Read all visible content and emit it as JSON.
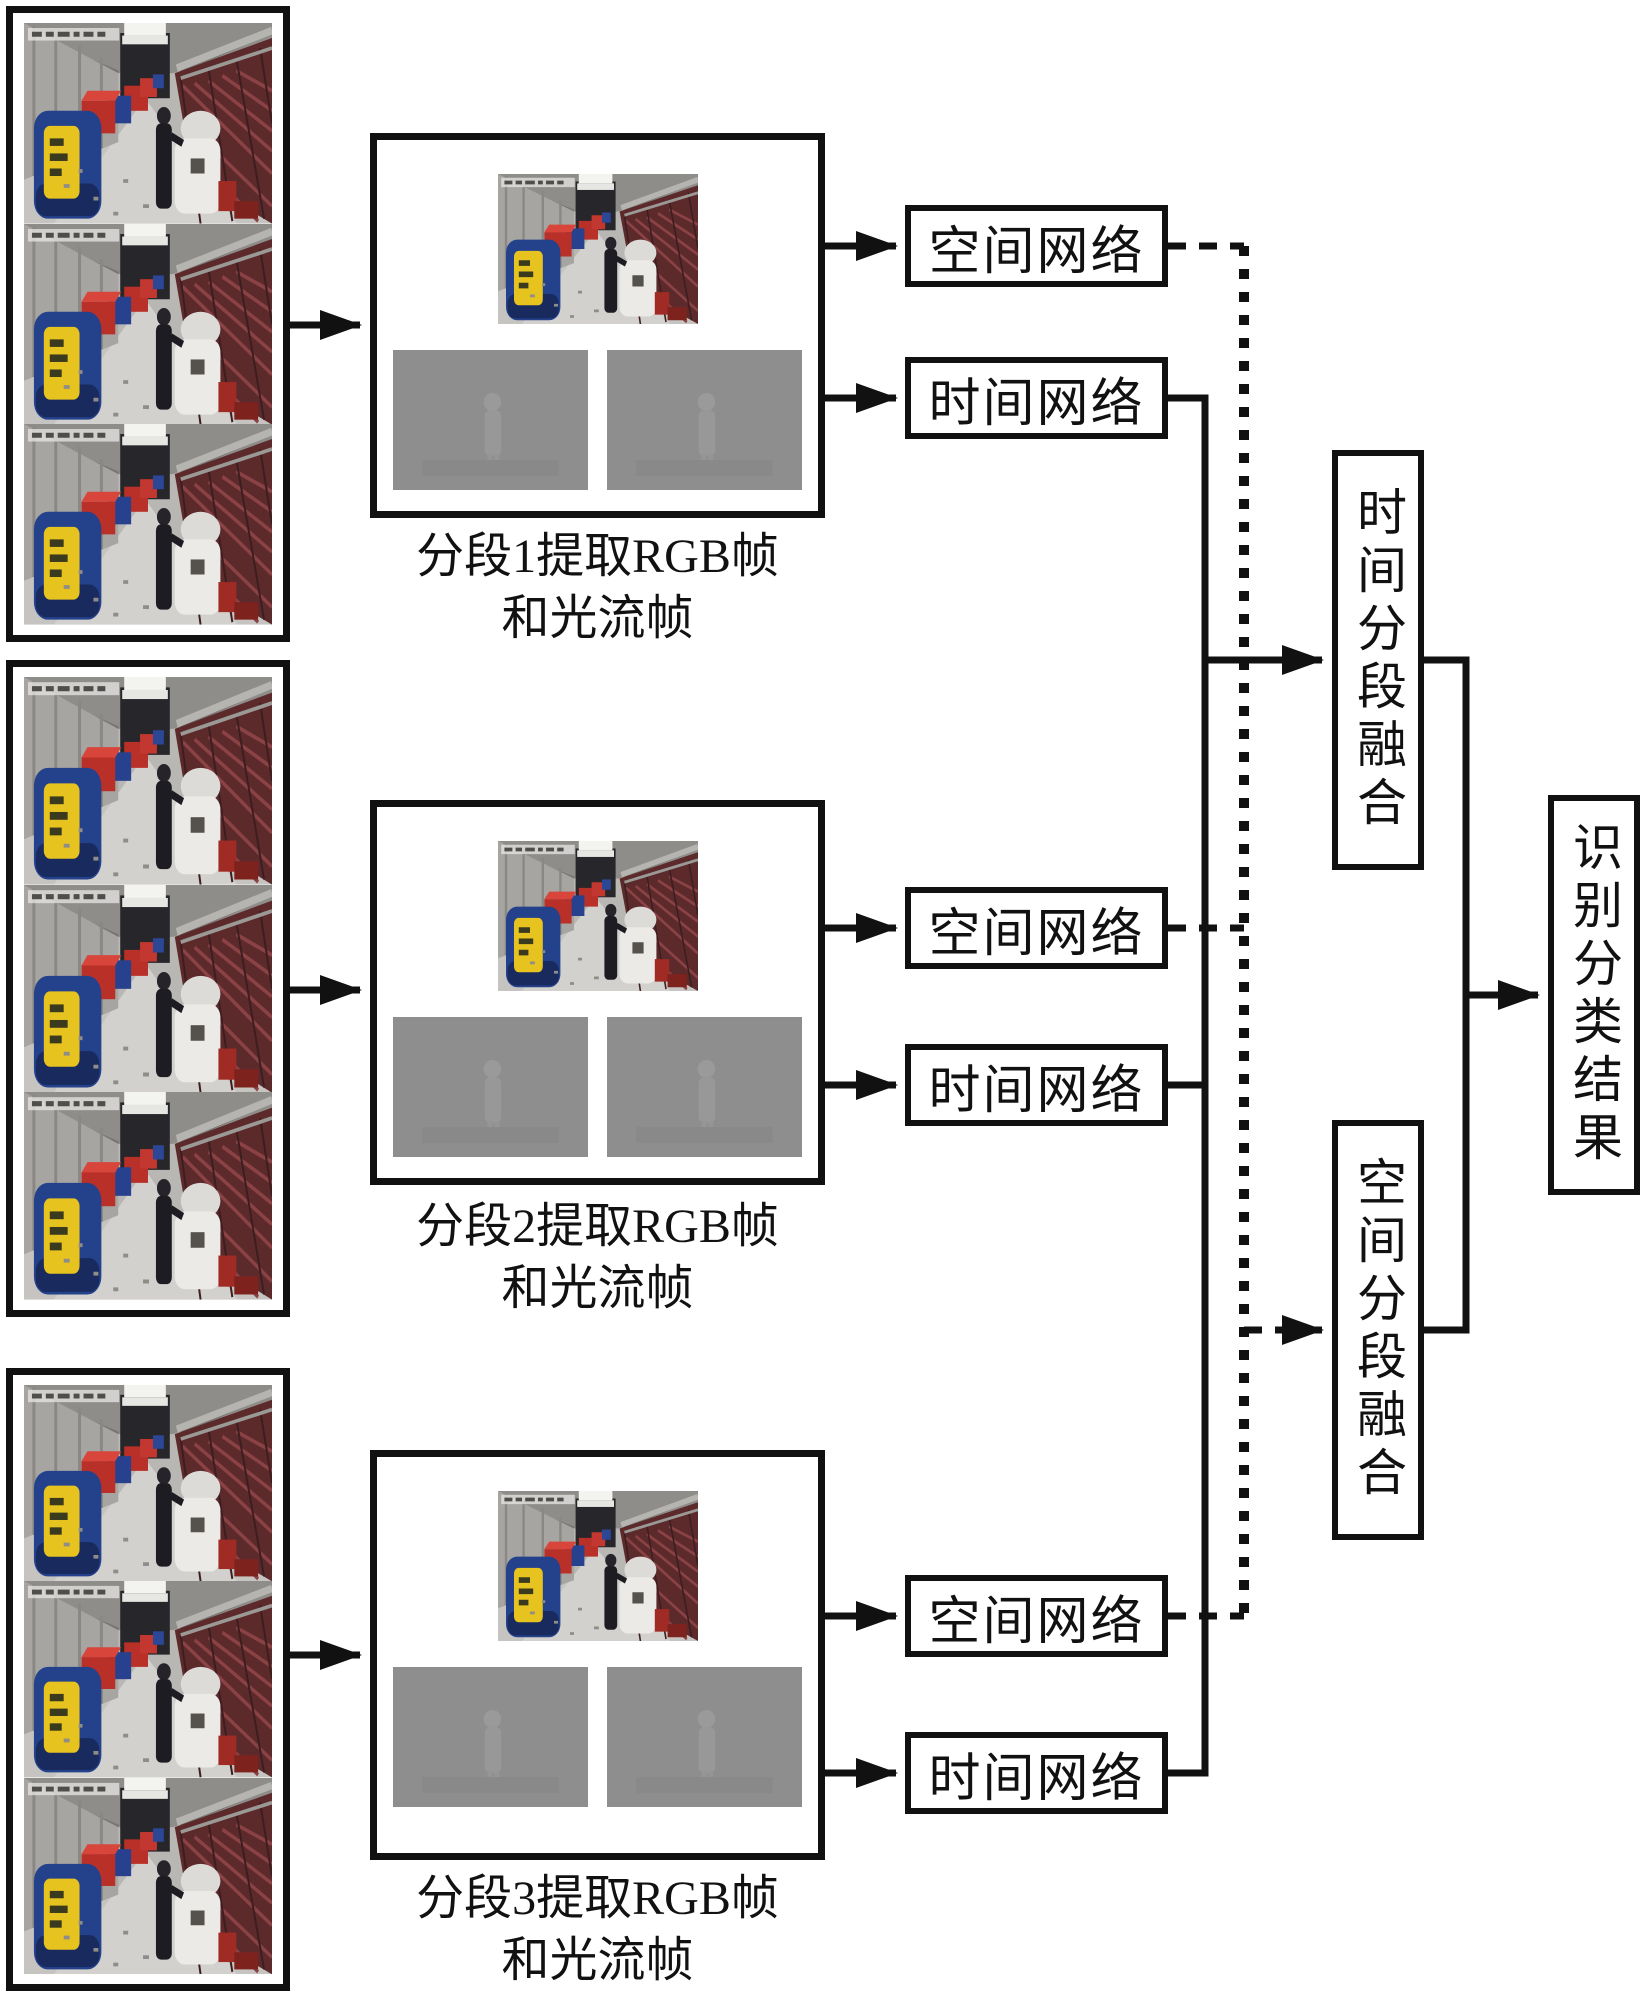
{
  "diagram": {
    "segments": [
      {
        "caption_line1": "分段1提取RGB帧",
        "caption_line2": "和光流帧",
        "spatial_label": "空间网络",
        "temporal_label": "时间网络"
      },
      {
        "caption_line1": "分段2提取RGB帧",
        "caption_line2": "和光流帧",
        "spatial_label": "空间网络",
        "temporal_label": "时间网络"
      },
      {
        "caption_line1": "分段3提取RGB帧",
        "caption_line2": "和光流帧",
        "spatial_label": "空间网络",
        "temporal_label": "时间网络"
      }
    ],
    "fusion": {
      "temporal_label": "时间分段融合",
      "spatial_label": "空间分段融合"
    },
    "result_label": "识别分类结果",
    "colors": {
      "line": "#111111",
      "background": "#ffffff",
      "optical_flow_gray": "#8e8e8e"
    }
  }
}
